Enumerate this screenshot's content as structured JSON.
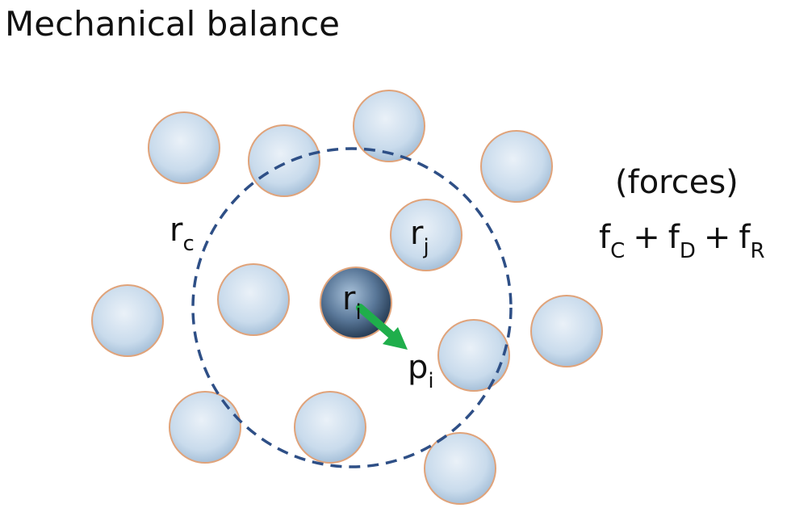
{
  "title": "Mechanical balance",
  "forces": {
    "heading": "(forces)",
    "terms": [
      {
        "symbol": "f",
        "subscript": "C"
      },
      {
        "symbol": "f",
        "subscript": "D"
      },
      {
        "symbol": "f",
        "subscript": "R"
      }
    ],
    "operator": "+"
  },
  "labels": {
    "cutoff": {
      "symbol": "r",
      "subscript": "c"
    },
    "particle_i": {
      "symbol": "r",
      "subscript": "i"
    },
    "particle_j": {
      "symbol": "r",
      "subscript": "j"
    },
    "momentum": {
      "symbol": "p",
      "subscript": "i"
    }
  },
  "colors": {
    "particle_fill": "#d6e4f1",
    "particle_outline": "#e0a37a",
    "central_particle": "#4e6b8a",
    "cutoff_circle": "#2e4f86",
    "momentum_arrow": "#1fae4b"
  }
}
